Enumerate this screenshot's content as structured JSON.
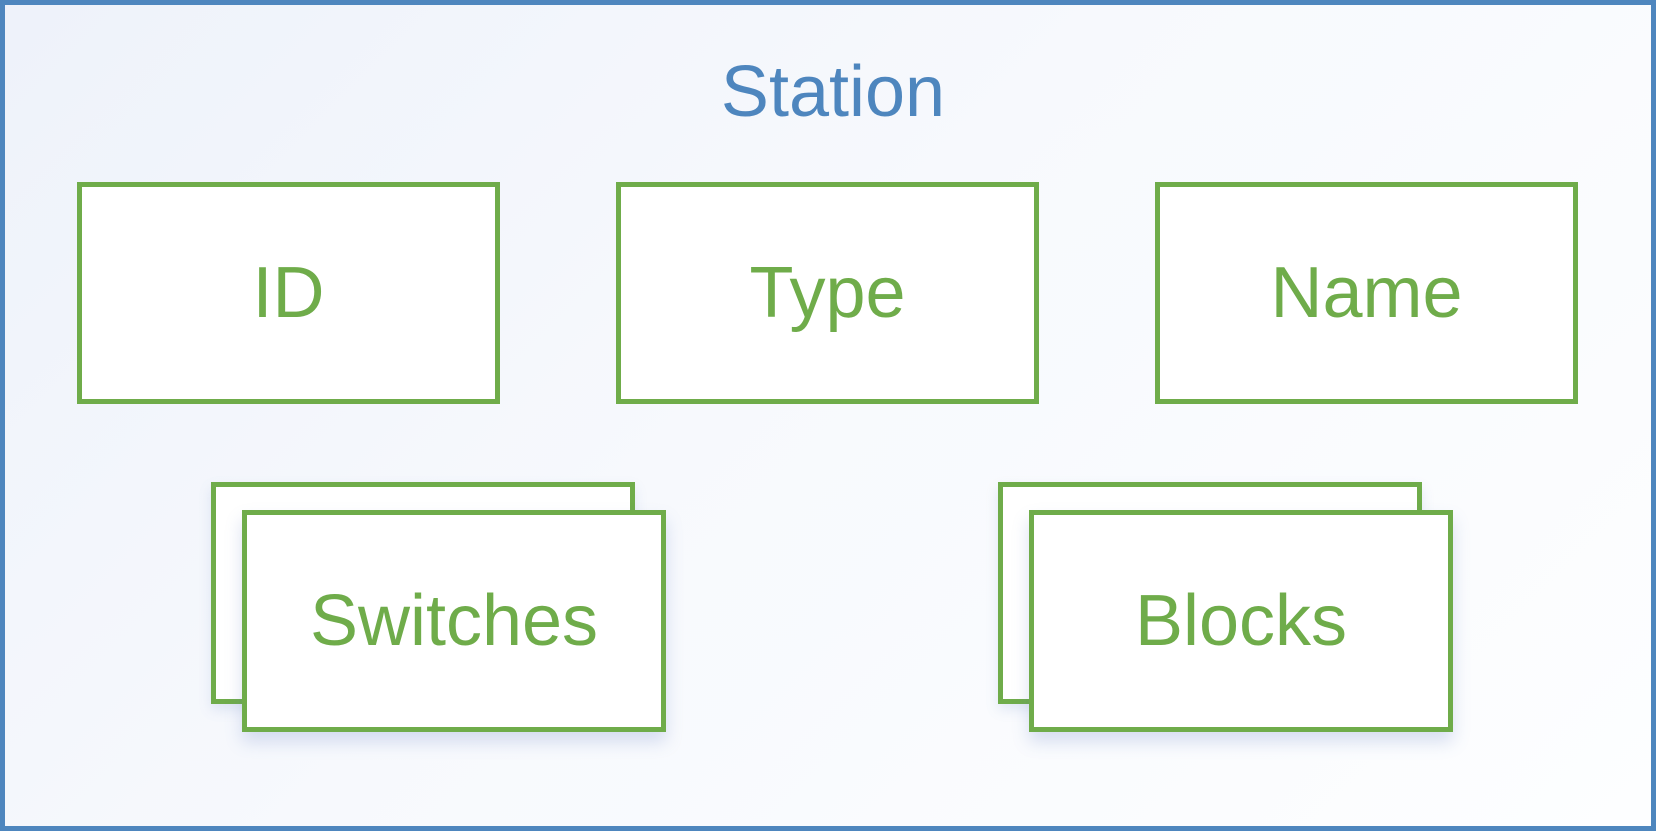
{
  "station": {
    "title": "Station",
    "fields": [
      {
        "label": "ID"
      },
      {
        "label": "Type"
      },
      {
        "label": "Name"
      }
    ],
    "collections": [
      {
        "label": "Switches"
      },
      {
        "label": "Blocks"
      }
    ]
  },
  "colors": {
    "container_border": "#4e86be",
    "title_text": "#4e86be",
    "box_border": "#6fac4a",
    "box_text": "#6fac4a"
  }
}
